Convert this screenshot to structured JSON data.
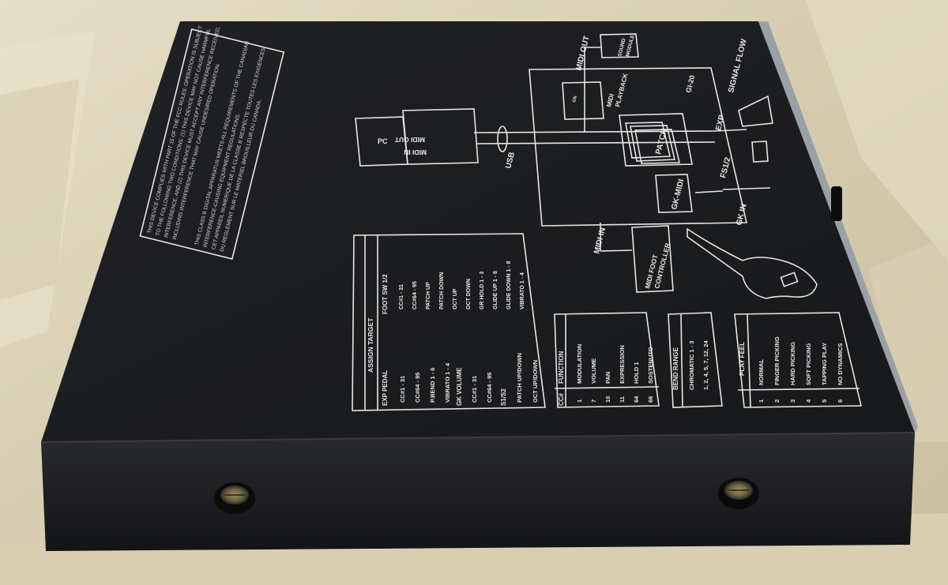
{
  "colors": {
    "panel": "#1d1e21",
    "print": "#e6e6e6",
    "background": "#d8cfb4"
  },
  "fcc_notice": [
    "THIS DEVICE COMPLIES WITH PART 15 OF THE FCC RULES. OPERATION IS SUBJECT",
    "TO THE FOLLOWING TWO CONDITIONS: (1) THIS DEVICE MAY NOT CAUSE HARMFUL",
    "INTERFERENCE, AND (2) THIS DEVICE MUST ACCEPT ANY INTERFERENCE RECEIVED,",
    "INCLUDING INTERFERENCE THAT MAY CAUSE UNDESIRED OPERATION."
  ],
  "canada_notice": [
    "THIS CLASS B DIGITAL APPARATUS MEETS ALL REQUIREMENTS OF THE CANADIAN",
    "INTERFERENCE-CAUSING EQUIPMENT REGULATIONS.",
    "CET APPAREIL NUMERIQUE DE LA CLASSE B RESPECTE TOUTES LES EXIGENCES",
    "DU REGLEMENT SUR LE MATERIEL BROUILLEUR DU CANADA."
  ],
  "diagram": {
    "signal_flow": "SIGNAL FLOW",
    "model": "GI-20",
    "pc": "PC",
    "midi_out_port": "MIDI OUT",
    "midi_in_port": "MIDI IN",
    "usb": "USB",
    "midi_out": "MIDI OUT",
    "sound_module": [
      "SOUND",
      "MODULE"
    ],
    "midi_playback": [
      "MIDI",
      "PLAYBACK"
    ],
    "switch": "ON",
    "patch": "PATCH",
    "gk_midi": "GK-MIDI",
    "exp": "EXP",
    "fs": "FS1/2",
    "gk_in": "GK IN",
    "midi_in": "MIDI IN",
    "midi_foot_controller": [
      "MIDI FOOT",
      "CONTROLLER"
    ]
  },
  "assign_target": {
    "title": "ASSIGN TARGET",
    "exp_header": "EXP PEDAL",
    "foot_header": "FOOT SW 1/2",
    "exp_items": [
      "CC#1 - 31",
      "CC#64 - 95",
      "P.BEND 1 - 6",
      "VIBRATO 1 - 4"
    ],
    "gk_header": "GK VOLUME",
    "gk_items": [
      "CC#1 - 31",
      "CC#64 - 95"
    ],
    "s_header": "S1/S2",
    "s_items": [
      "PATCH UP/DOWN",
      "OCT UP/DOWN"
    ],
    "foot_items": [
      "CC#1 - 31",
      "CC#64 - 95",
      "PATCH UP",
      "PATCH DOWN",
      "OCT UP",
      "OCT DOWN",
      "GR HOLD 1 - 3",
      "GLIDE UP 1 - 8",
      "GLIDE DOWN 1 - 8",
      "VIBRATO 1 - 4"
    ]
  },
  "cc_table": {
    "col1": "CC#",
    "col2": "FUNCTION",
    "rows": [
      {
        "cc": "1",
        "fn": "MODULATION"
      },
      {
        "cc": "7",
        "fn": "VOLUME"
      },
      {
        "cc": "10",
        "fn": "PAN"
      },
      {
        "cc": "11",
        "fn": "EXPRESSION"
      },
      {
        "cc": "64",
        "fn": "HOLD 1"
      },
      {
        "cc": "66",
        "fn": "SOSTENUTO"
      }
    ]
  },
  "bend_range": {
    "title": "BEND RANGE",
    "items": [
      "CHROMATIC 1 - 3",
      "1, 2, 4, 5, 7, 12, 24"
    ]
  },
  "play_feel": {
    "title": "PLAY FEEL",
    "rows": [
      {
        "n": "1",
        "label": "NORMAL"
      },
      {
        "n": "2",
        "label": "FINGER PICKING"
      },
      {
        "n": "3",
        "label": "HARD PICKING"
      },
      {
        "n": "4",
        "label": "SOFT PICKING"
      },
      {
        "n": "5",
        "label": "TAPPING PLAY"
      },
      {
        "n": "6",
        "label": "NO DYNAMICS"
      }
    ]
  }
}
